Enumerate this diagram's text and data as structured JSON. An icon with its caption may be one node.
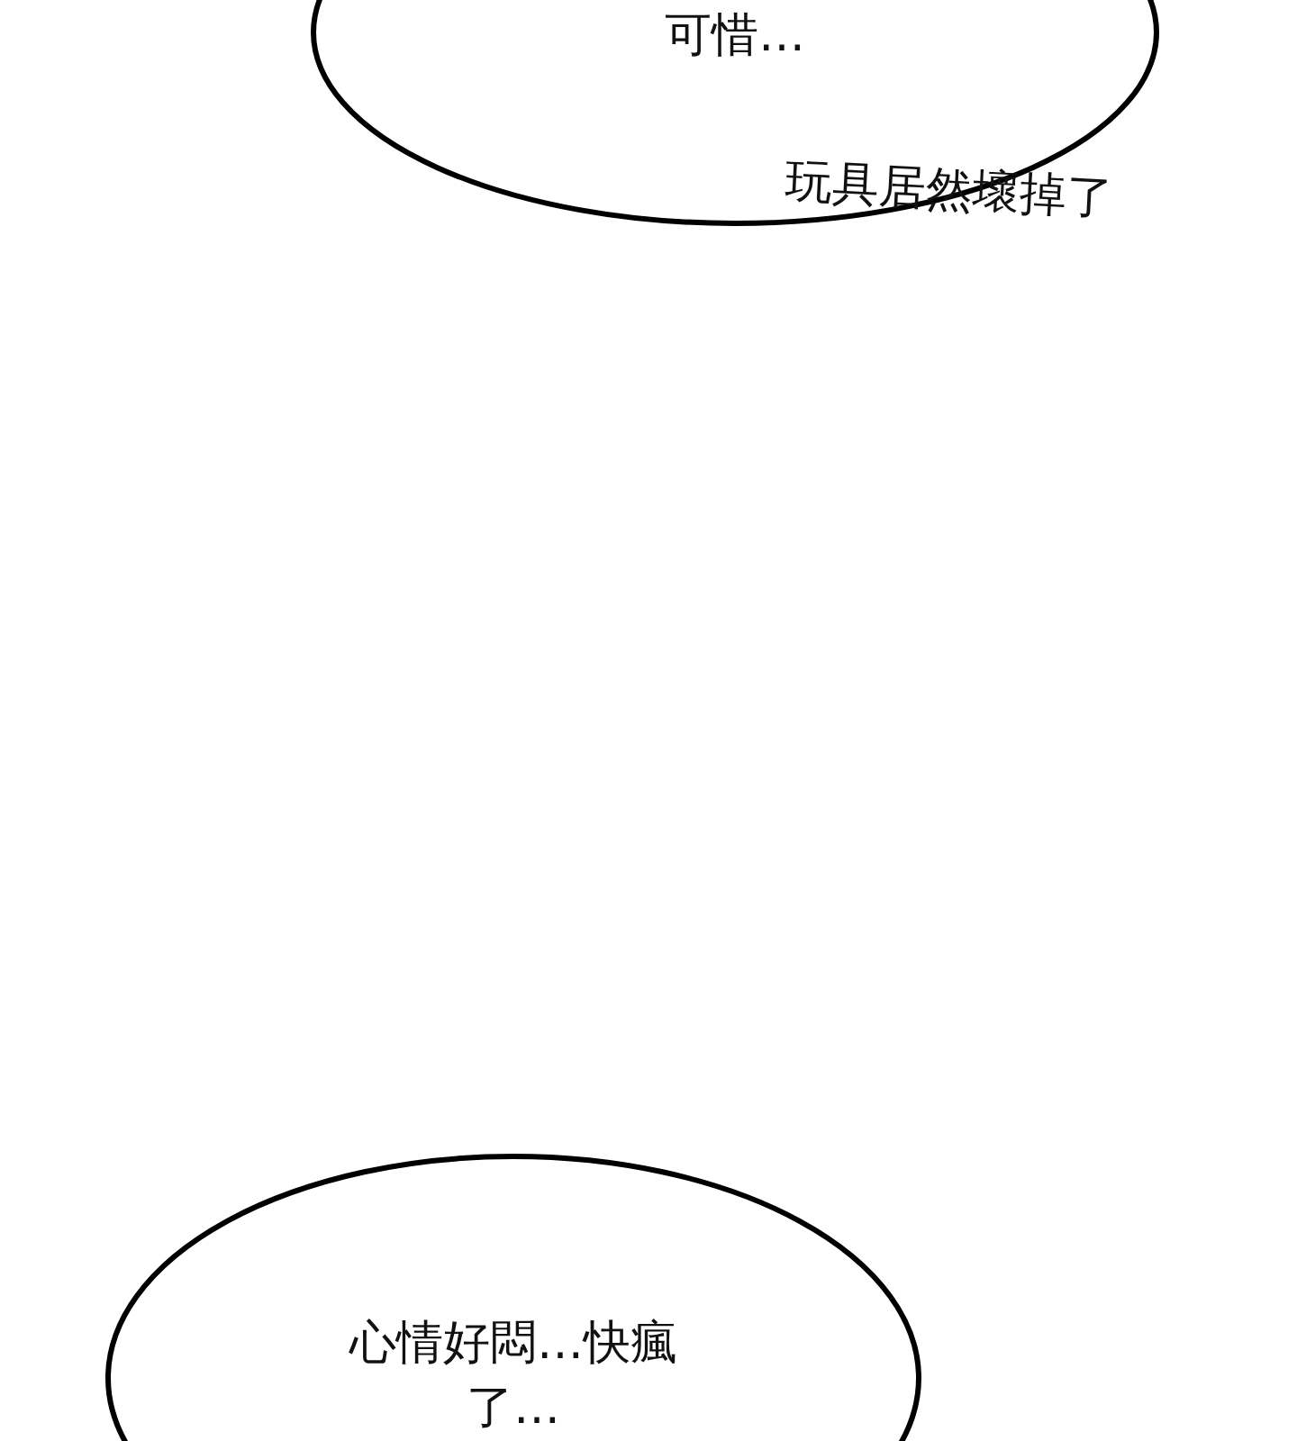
{
  "diagram": {
    "nodes": [
      {
        "text": [
          "可惜…"
        ]
      },
      {
        "text": [
          "心情好悶…快瘋了…"
        ]
      }
    ],
    "edges": [],
    "labels": [
      "玩具居然壞掉了"
    ]
  }
}
